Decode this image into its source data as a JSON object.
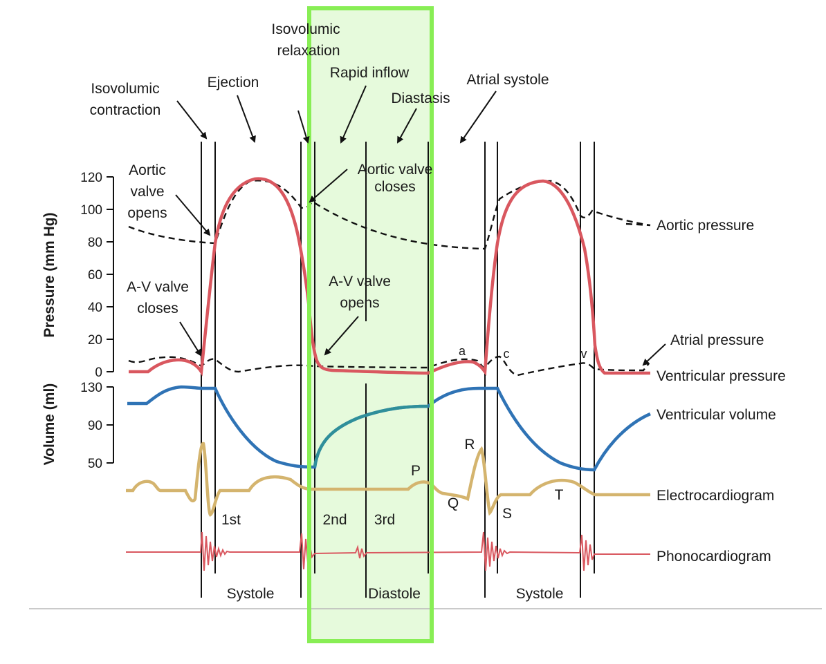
{
  "phases": {
    "isovolumic_contraction": [
      "Isovolumic",
      "contraction"
    ],
    "ejection": "Ejection",
    "isovolumic_relaxation": [
      "Isovolumic",
      "relaxation"
    ],
    "rapid_inflow": "Rapid inflow",
    "diastasis": "Diastasis",
    "atrial_systole": "Atrial systole"
  },
  "events": {
    "aortic_valve_opens": [
      "Aortic",
      "valve",
      "opens"
    ],
    "aortic_valve_closes": [
      "Aortic valve",
      "closes"
    ],
    "av_valve_closes": [
      "A-V valve",
      "closes"
    ],
    "av_valve_opens": [
      "A-V valve",
      "opens"
    ]
  },
  "axes": {
    "pressure": {
      "title": "Pressure (mm Hg)",
      "ticks": [
        "120",
        "100",
        "80",
        "60",
        "40",
        "20",
        "0"
      ]
    },
    "volume": {
      "title": "Volume (ml)",
      "ticks": [
        "130",
        "90",
        "50"
      ]
    }
  },
  "traces": {
    "aortic_pressure": "Aortic pressure",
    "atrial_pressure": "Atrial pressure",
    "ventricular_pressure": "Ventricular pressure",
    "ventricular_volume": "Ventricular volume",
    "electrocardiogram": "Electrocardiogram",
    "phonocardiogram": "Phonocardiogram"
  },
  "wave_labels": {
    "a": "a",
    "c": "c",
    "v": "v",
    "P": "P",
    "Q": "Q",
    "R": "R",
    "S": "S",
    "T": "T"
  },
  "heart_sounds": {
    "first": "1st",
    "second": "2nd",
    "third": "3rd"
  },
  "cycle_labels": {
    "systole_1": "Systole",
    "diastole": "Diastole",
    "systole_2": "Systole"
  },
  "colors": {
    "ventricular_pressure": "#d9575f",
    "ventricular_volume": "#2f73b5",
    "ecg": "#d4b46e",
    "phono": "#d9575f",
    "highlight_fill": "#e6fadc",
    "highlight_border": "#88ee55"
  }
}
